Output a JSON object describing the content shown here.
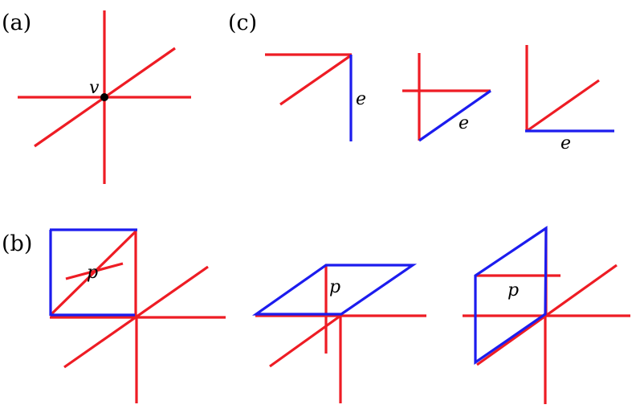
{
  "labels": {
    "panel_a": "(a)",
    "panel_b": "(b)",
    "panel_c": "(c)",
    "vertex": "v",
    "edge": "e",
    "plaquette": "p"
  },
  "colors": {
    "red_edge": "#ee1c24",
    "blue_edge": "#1c1cee",
    "vertex_dot": "#000000"
  }
}
